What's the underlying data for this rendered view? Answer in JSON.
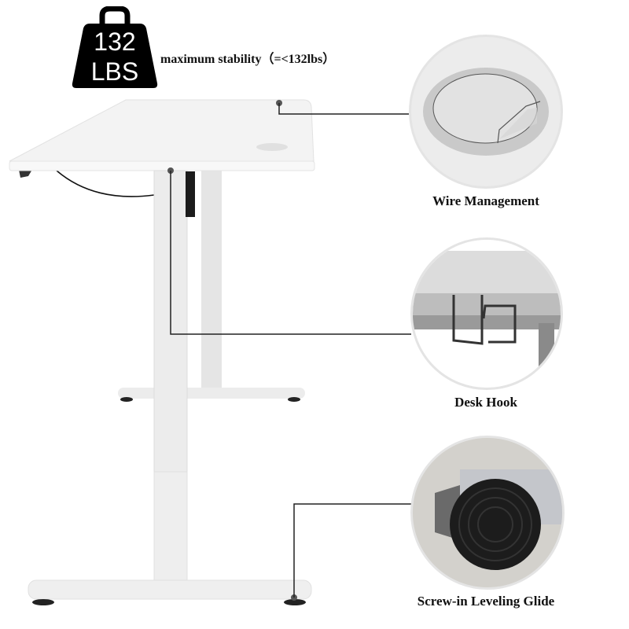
{
  "header": {
    "weight_icon": {
      "number": "132",
      "unit": "LBS"
    },
    "stability_text": "maximum stability（=<132lbs）"
  },
  "features": [
    {
      "id": "wire-management",
      "label": "Wire Management"
    },
    {
      "id": "desk-hook",
      "label": "Desk Hook"
    },
    {
      "id": "leveling-glide",
      "label": "Screw-in Leveling Glide"
    }
  ],
  "colors": {
    "desktop": "#f4f4f4",
    "frame": "#e6e6e6",
    "callout_line": "#222222",
    "text": "#111111"
  }
}
